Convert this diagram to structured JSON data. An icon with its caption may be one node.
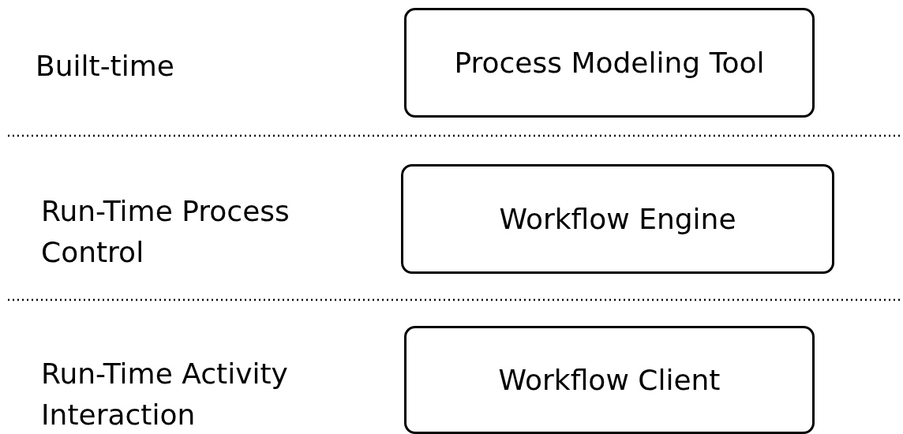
{
  "diagram": {
    "nodes": [
      {
        "text": [
          "Process Modeling Tool"
        ]
      },
      {
        "text": [
          "Workflow Engine"
        ]
      },
      {
        "text": [
          "Workflow Client"
        ]
      }
    ],
    "labels": [
      "Built-time",
      "Run-Time Process Control",
      "Run-Time Activity Interaction"
    ]
  }
}
